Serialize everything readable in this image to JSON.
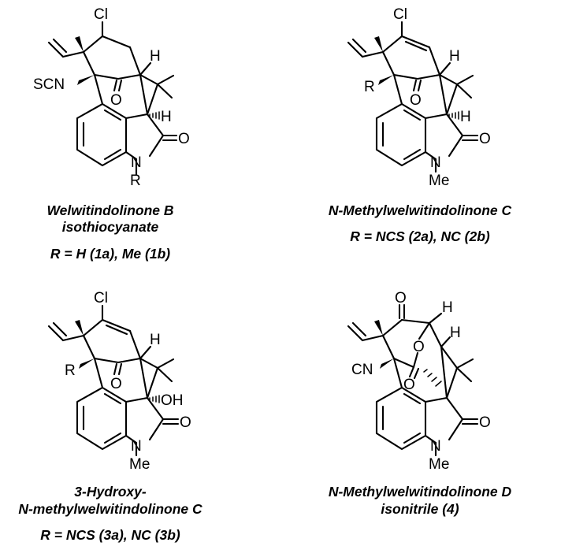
{
  "compounds": [
    {
      "name_line1": "Welwitindolinone B",
      "name_line2": "isothiocyanate",
      "r_line": "R = H (1a), Me (1b)",
      "atoms": {
        "cl": "Cl",
        "scn": "SCN",
        "h1": "H",
        "h2": "H",
        "o1": "O",
        "o2": "O",
        "n": "N",
        "r": "R"
      }
    },
    {
      "name_line1": "N-Methylwelwitindolinone C",
      "r_line": "R = NCS (2a), NC (2b)",
      "atoms": {
        "cl": "Cl",
        "r": "R",
        "h1": "H",
        "h2": "H",
        "o1": "O",
        "o2": "O",
        "n": "N",
        "me": "Me"
      }
    },
    {
      "name_line1": "3-Hydroxy-",
      "name_line2": "N-methylwelwitindolinone C",
      "r_line": "R = NCS (3a), NC (3b)",
      "atoms": {
        "cl": "Cl",
        "r": "R",
        "h1": "H",
        "oh": "OH",
        "o1": "O",
        "o2": "O",
        "n": "N",
        "me": "Me"
      }
    },
    {
      "name_line1": "N-Methylwelwitindolinone D",
      "name_line2": "isonitrile (4)",
      "atoms": {
        "o_top": "O",
        "h1": "H",
        "h2": "H",
        "o_bridge": "O",
        "o_ester": "O",
        "cn": "CN",
        "o2": "O",
        "n": "N",
        "me": "Me"
      }
    }
  ]
}
